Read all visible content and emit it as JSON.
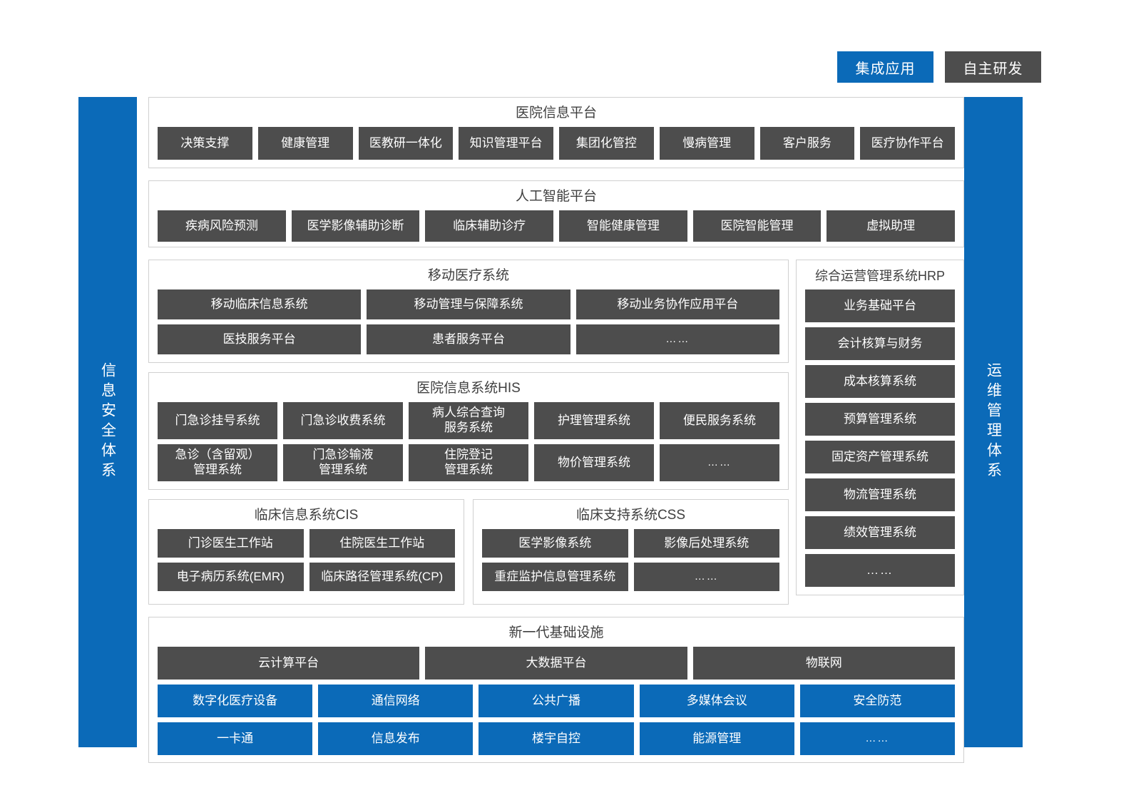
{
  "legend": {
    "integrated": "集成应用",
    "self_developed": "自主研发"
  },
  "sidebars": {
    "left": "信息安全体系",
    "right": "运维管理体系"
  },
  "sections": {
    "hospital_information_platform": {
      "title": "医院信息平台",
      "items": [
        "决策支撑",
        "健康管理",
        "医教研一体化",
        "知识管理平台",
        "集团化管控",
        "慢病管理",
        "客户服务",
        "医疗协作平台"
      ]
    },
    "ai_platform": {
      "title": "人工智能平台",
      "items": [
        "疾病风险预测",
        "医学影像辅助诊断",
        "临床辅助诊疗",
        "智能健康管理",
        "医院智能管理",
        "虚拟助理"
      ]
    },
    "mobile_medical": {
      "title": "移动医疗系统",
      "row1": [
        "移动临床信息系统",
        "移动管理与保障系统",
        "移动业务协作应用平台"
      ],
      "row2": [
        "医技服务平台",
        "患者服务平台",
        "……"
      ]
    },
    "his": {
      "title": "医院信息系统HIS",
      "row1": [
        "门急诊挂号系统",
        "门急诊收费系统",
        "病人综合查询\n服务系统",
        "护理管理系统",
        "便民服务系统"
      ],
      "row2": [
        "急诊（含留观）\n管理系统",
        "门急诊输液\n管理系统",
        "住院登记\n管理系统",
        "物价管理系统",
        "……"
      ]
    },
    "cis": {
      "title": "临床信息系统CIS",
      "row1": [
        "门诊医生工作站",
        "住院医生工作站"
      ],
      "row2": [
        "电子病历系统(EMR)",
        "临床路径管理系统(CP)"
      ]
    },
    "css": {
      "title": "临床支持系统CSS",
      "row1": [
        "医学影像系统",
        "影像后处理系统"
      ],
      "row2": [
        "重症监护信息管理系统",
        "……"
      ]
    },
    "hrp": {
      "title": "综合运营管理系统HRP",
      "items": [
        "业务基础平台",
        "会计核算与财务",
        "成本核算系统",
        "预算管理系统",
        "固定资产管理系统",
        "物流管理系统",
        "绩效管理系统",
        "……"
      ]
    },
    "infrastructure": {
      "title": "新一代基础设施",
      "row1": [
        "云计算平台",
        "大数据平台",
        "物联网"
      ],
      "row2": [
        "数字化医疗设备",
        "通信网络",
        "公共广播",
        "多媒体会议",
        "安全防范"
      ],
      "row3": [
        "一卡通",
        "信息发布",
        "楼宇自控",
        "能源管理",
        "……"
      ]
    }
  },
  "colors": {
    "brand_blue": "#0b6ab8",
    "dark_gray": "#4d4d4d",
    "panel_border": "#d0d0d0",
    "text_dark": "#3f3f3f"
  }
}
